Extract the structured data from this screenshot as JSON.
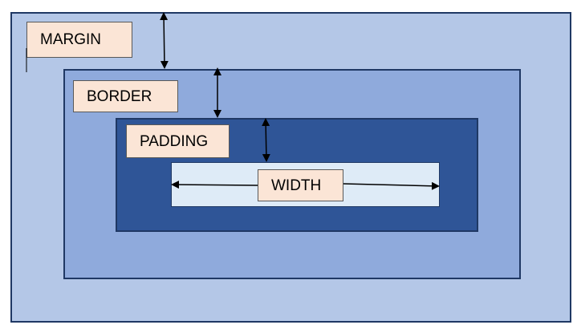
{
  "diagram": {
    "labels": {
      "margin": "MARGIN",
      "border": "BORDER",
      "padding": "PADDING",
      "width": "WIDTH"
    },
    "colors": {
      "margin_fill": "#b4c7e7",
      "border_fill": "#8faadc",
      "padding_fill": "#2f5597",
      "content_fill": "#deebf7",
      "outline": "#1f3864",
      "label_fill": "#fbe5d6",
      "arrow": "#000000"
    }
  }
}
